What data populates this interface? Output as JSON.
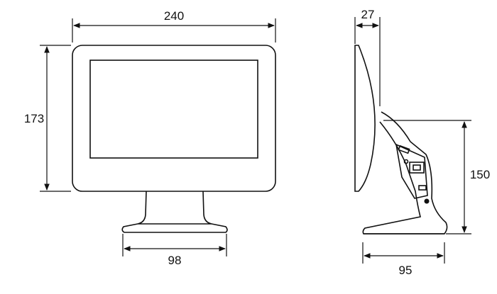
{
  "colors": {
    "line": "#111111",
    "background": "#ffffff"
  },
  "dimensions": {
    "front_width": "240",
    "front_height": "173",
    "base_width": "98",
    "side_depth": "27",
    "side_height": "150",
    "side_base_depth": "95"
  }
}
